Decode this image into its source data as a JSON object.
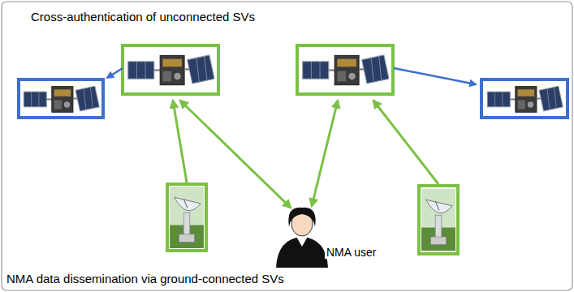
{
  "diagram": {
    "title": "Cross-authentication of unconnected SVs",
    "caption": "NMA data dissemination via ground-connected SVs",
    "labels": [
      "NMA user"
    ]
  }
}
